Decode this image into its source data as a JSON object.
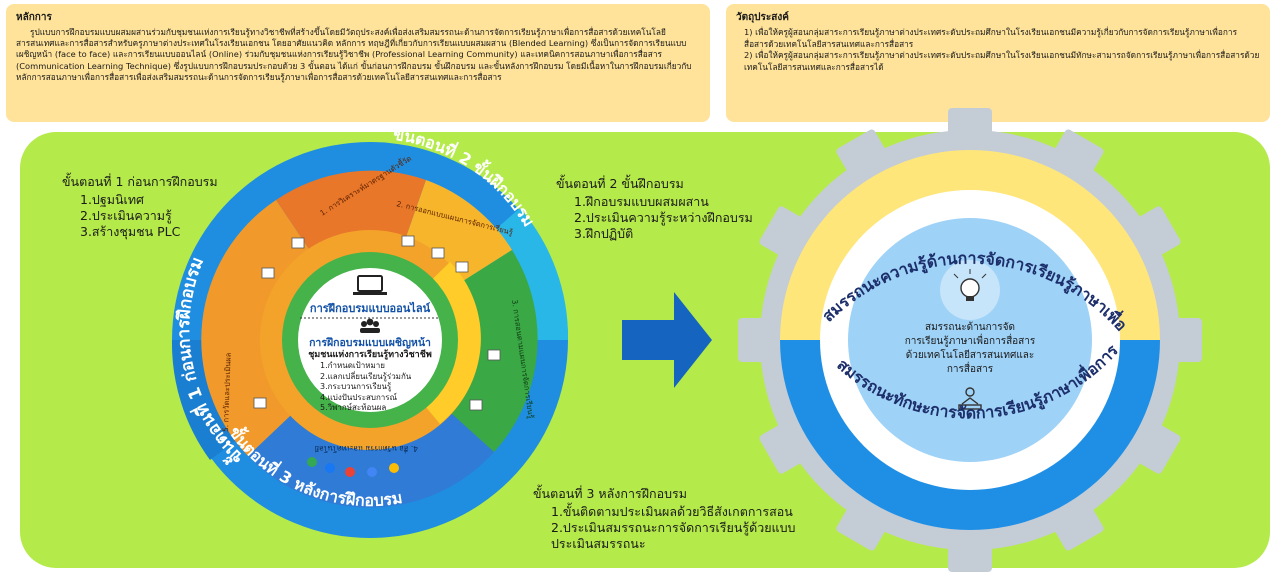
{
  "principle": {
    "heading": "หลักการ",
    "body": "รูปแบบการฝึกอบรมแบบผสมผสานร่วมกับชุมชนแห่งการเรียนรู้ทางวิชาชีพที่สร้างขึ้นโดยมีวัตถุประสงค์เพื่อส่งเสริมสมรรถนะด้านการจัดการเรียนรู้ภาษาเพื่อการสื่อสารด้วยเทคโนโลยีสารสนเทศและการสื่อสารสำหรับครูภาษาต่างประเทศในโรงเรียนเอกชน โดยอาศัยแนวคิด หลักการ ทฤษฎีที่เกี่ยวกับการเรียนแบบผสมผสาน (Blended Learning) ซึ่งเป็นการจัดการเรียนแบบเผชิญหน้า (face to face) และการเรียนแบบออนไลน์ (Online) ร่วมกับชุมชนแห่งการเรียนรู้วิชาชีพ (Professional Learning Community) และเทคนิคการสอนภาษาเพื่อการสื่อสาร (Communication Learning Technique) ซึ่งรูปแบบการฝึกอบรมประกอบด้วย 3 ขั้นตอน ได้แก่ ขั้นก่อนการฝึกอบรม ขั้นฝึกอบรม และขั้นหลังการฝึกอบรม โดยมีเนื้อหาในการฝึกอบรมเกี่ยวกับหลักการสอนภาษาเพื่อการสื่อสารเพื่อส่งเสริมสมรรถนะด้านการจัดการเรียนรู้ภาษาเพื่อการสื่อสารด้วยเทคโนโลยีสารสนเทศและการสื่อสาร"
  },
  "objective": {
    "heading": "วัตถุประสงค์",
    "items": [
      "1) เพื่อให้ครูผู้สอนกลุ่มสาระการเรียนรู้ภาษาต่างประเทศระดับประถมศึกษาในโรงเรียนเอกชนมีความรู้เกี่ยวกับการจัดการเรียนรู้ภาษาเพื่อการสื่อสารด้วยเทคโนโลยีสารสนเทศและการสื่อสาร",
      "2) เพื่อให้ครูผู้สอนกลุ่มสาระการเรียนรู้ภาษาต่างประเทศระดับประถมศึกษาในโรงเรียนเอกชนมีทักษะสามารถจัดการเรียนรู้ภาษาเพื่อการสื่อสารด้วยเทคโนโลยีสารสนเทศและการสื่อสารได้"
    ]
  },
  "step1": {
    "title": "ขั้นตอนที่ 1 ก่อนการฝึกอบรม",
    "items": [
      "1.ปฐมนิเทศ",
      "2.ประเมินความรู้",
      "3.สร้างชุมชน PLC"
    ]
  },
  "step2": {
    "title": "ขั้นตอนที่ 2 ขั้นฝึกอบรม",
    "items": [
      "1.ฝึกอบรมแบบผสมผสาน",
      "2.ประเมินความรู้ระหว่างฝึกอบรม",
      "3.ฝึกปฏิบัติ"
    ]
  },
  "step3": {
    "title": "ขั้นตอนที่ 3 หลังการฝึกอบรม",
    "items": [
      "1.ขั้นติดตามประเมินผลด้วยวิธีสังเกตการสอน",
      "2.ประเมินสมรรถนะการจัดการเรียนรู้ด้วยแบบประเมินสมรรถนะ"
    ]
  },
  "wheel": {
    "outer_labels": [
      "ขั้นตอนที่ 1 ก่อนการฝึกอบรม",
      "ขั้นตอนที่ 2 ขั้นฝึกอบรม",
      "ขั้นตอนที่ 3 หลังการฝึกอบรม"
    ],
    "segments": [
      "1. การวิเคราะห์มาตรฐานตัวชี้วัด",
      "2. การออกแบบแผนการจัดการเรียนรู้",
      "3. การสอนตามแผนการจัดการเรียนรู้",
      "4. สื่อ นวัตกรรม และเทคโนโลยี",
      "5. การวัดและประเมินผล"
    ],
    "online_label": "การฝึกอบรมแบบออนไลน์",
    "f2f_label": "การฝึกอบรมแบบเผชิญหน้า",
    "plc_label": "ชุมชนแห่งการเรียนรู้ทางวิชาชีพ",
    "plc_steps": [
      "1.กำหนดเป้าหมาย",
      "2.แลกเปลี่ยนเรียนรู้ร่วมกัน",
      "3.กระบวนการเรียนรู้",
      "4.แบ่งปันประสบการณ์",
      "5.วิพากษ์สะท้อนผล"
    ]
  },
  "gear": {
    "top_arc": "สมรรถนะความรู้ด้านการจัดการเรียนรู้ภาษาเพื่อการสื่อสาร",
    "bottom_arc": "สมรรถนะทักษะการจัดการเรียนรู้ภาษาเพื่อการสื่อสาร",
    "center_text": [
      "สมรรถนะด้านการจัด",
      "การเรียนรู้ภาษาเพื่อการสื่อสาร",
      "ด้วยเทคโนโลยีสารสนเทศและ",
      "การสื่อสาร"
    ]
  },
  "colors": {
    "panel": "#b5ea4b",
    "box": "#ffe39a",
    "ring_blue": "#1f8ee0",
    "arrow": "#1565c0",
    "gear": "#c4ccd6",
    "gear_yellow": "#ffe67a",
    "gear_blue": "#1f8fe6"
  }
}
